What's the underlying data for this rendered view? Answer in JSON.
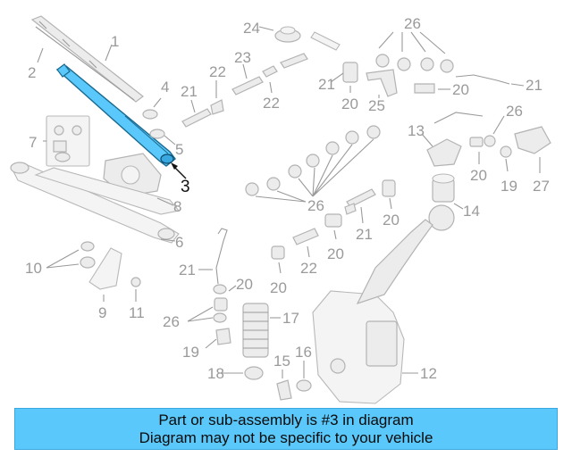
{
  "banner": {
    "line1": "Part or sub-assembly is #3 in diagram",
    "line2": "Diagram may not be specific to your vehicle"
  },
  "highlight_color": "#5ac8fa",
  "callouts": {
    "c1": "1",
    "c2": "2",
    "c3": "3",
    "c4": "4",
    "c5": "5",
    "c6": "6",
    "c7": "7",
    "c8": "8",
    "c9": "9",
    "c10": "10",
    "c11": "11",
    "c12": "12",
    "c13": "13",
    "c14": "14",
    "c15": "15",
    "c16": "16",
    "c17": "17",
    "c18": "18",
    "c19a": "19",
    "c19b": "19",
    "c20a": "20",
    "c20b": "20",
    "c20c": "20",
    "c20d": "20",
    "c20e": "20",
    "c20f": "20",
    "c20g": "20",
    "c21a": "21",
    "c21b": "21",
    "c21c": "21",
    "c21d": "21",
    "c21e": "21",
    "c22a": "22",
    "c22b": "22",
    "c22c": "22",
    "c23": "23",
    "c24": "24",
    "c25": "25",
    "c26a": "26",
    "c26b": "26",
    "c26c": "26",
    "c26d": "26",
    "c27": "27"
  }
}
